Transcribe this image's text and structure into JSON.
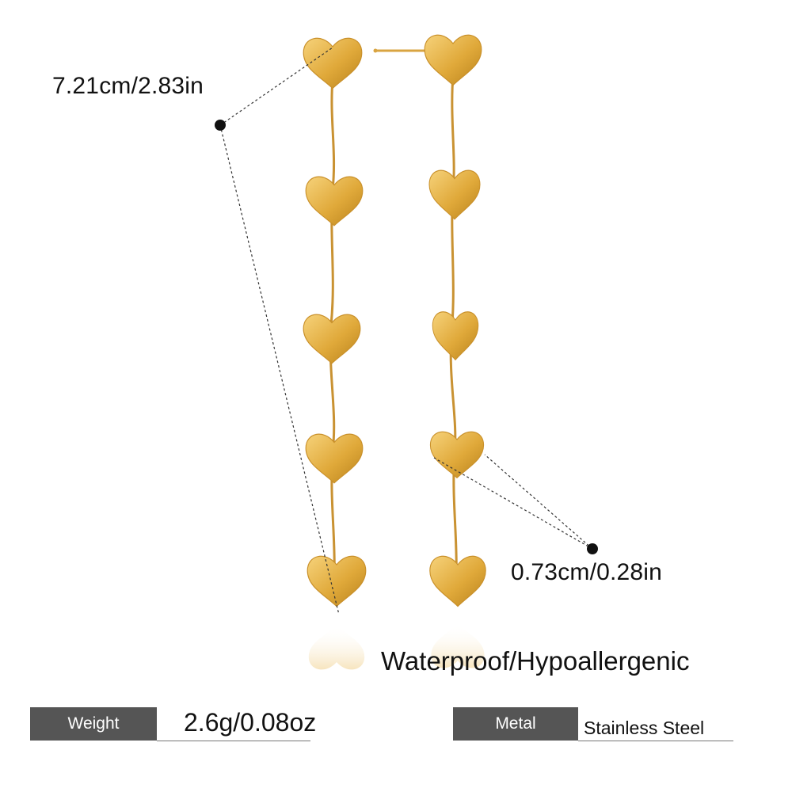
{
  "product": {
    "subject": "gold-heart-drop-earrings",
    "colors": {
      "gold": "#e0a93a",
      "gold_dark": "#b9821c",
      "gold_light": "#f6d27a",
      "spec_tag_bg": "#555555"
    }
  },
  "dimensions": {
    "length": "7.21cm/2.83in",
    "heart_width": "0.73cm/0.28in"
  },
  "features": "Waterproof/Hypoallergenic",
  "specs": {
    "weight_label": "Weight",
    "weight_value": "2.6g/0.08oz",
    "metal_label": "Metal",
    "metal_value": "Stainless Steel"
  }
}
